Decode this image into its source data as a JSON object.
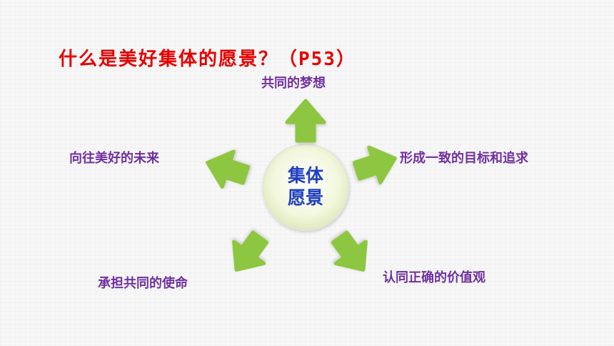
{
  "title": "什么是美好集体的愿景？（P53）",
  "center": {
    "line1": "集体",
    "line2": "愿景"
  },
  "labels": {
    "top": "共同的梦想",
    "left": "向往美好的未来",
    "right": "形成一致的目标和追求",
    "bottom_left": "承担共同的使命",
    "bottom_right": "认同正确的价值观"
  },
  "colors": {
    "title": "#e60000",
    "label": "#7030a0",
    "center_text": "#1f3fbf",
    "arrow": "#8dc63f",
    "circle_fill": "#eaf2c8"
  }
}
